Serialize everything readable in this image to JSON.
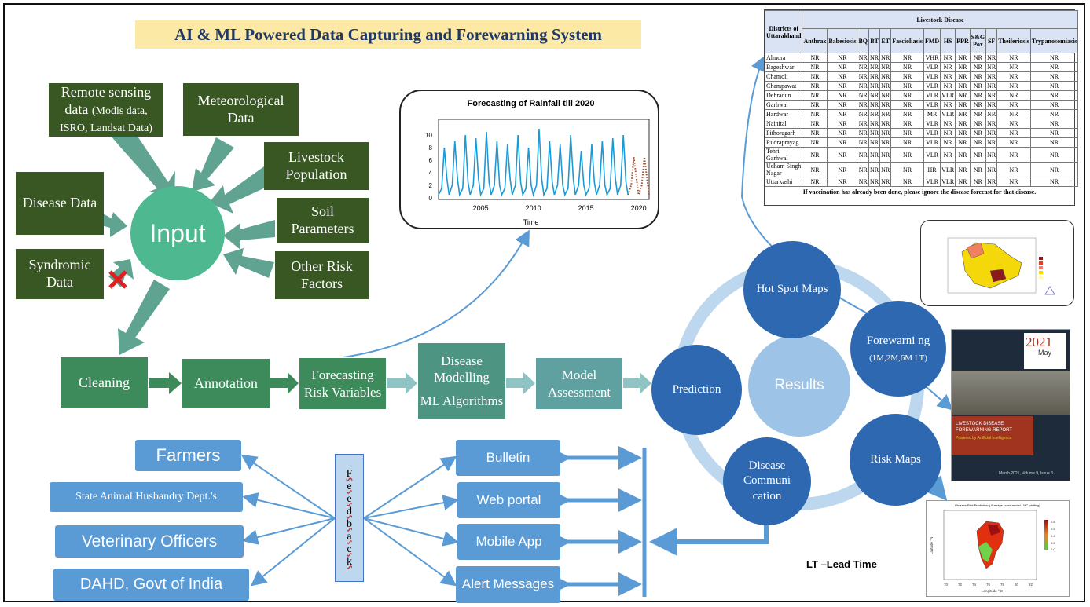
{
  "title": "AI & ML Powered Data Capturing and Forewarning System",
  "sources": {
    "remote_sensing_main": "Remote sensing data",
    "remote_sensing_sub": "(Modis data, ISRO, Landsat Data)",
    "meteorological": "Meteorological Data",
    "livestock_population": "Livestock Population",
    "disease_data": "Disease Data",
    "soil_parameters": "Soil Parameters",
    "syndromic_data": "Syndromic Data",
    "other_risk": "Other Risk Factors"
  },
  "input_label": "Input",
  "pipeline": {
    "cleaning": "Cleaning",
    "annotation": "Annotation",
    "forecasting": "Forecasting Risk Variables",
    "disease_modelling": "Disease Modelling",
    "ml_algorithms": "ML Algorithms",
    "model_assessment": "Model Assessment",
    "prediction": "Prediction"
  },
  "results_cycle": {
    "center": "Results",
    "hot_spot": "Hot Spot Maps",
    "forewarning_main": "Forewarni ng",
    "forewarning_sub": "(1M,2M,6M LT)",
    "risk_maps": "Risk Maps",
    "disease_comm": "Disease Communi cation"
  },
  "outputs": {
    "bulletin": "Bulletin",
    "web_portal": "Web portal",
    "mobile_app": "Mobile App",
    "alert_messages": "Alert Messages"
  },
  "feedback_letters": [
    "F",
    "e",
    "e",
    "d",
    "b",
    "a",
    "c",
    "k"
  ],
  "audiences": {
    "farmers": "Farmers",
    "state_dept": "State Animal Husbandry Dept.'s",
    "vet_officers": "Veterinary Officers",
    "dahd": "DAHD, Govt of India"
  },
  "lead_time_note": "LT –Lead Time",
  "chart_data": {
    "type": "line",
    "title": "Forecasting of Rainfall till 2020",
    "xlabel": "Time",
    "ylabel": "",
    "xlim": [
      2001,
      2021
    ],
    "ylim": [
      0,
      12
    ],
    "xticks": [
      2005,
      2010,
      2015,
      2020
    ],
    "yticks": [
      0,
      2,
      4,
      6,
      8,
      10
    ],
    "series": [
      {
        "values": [
          [
            2001.0,
            0.5
          ],
          [
            2001.3,
            1.5
          ],
          [
            2001.55,
            8
          ],
          [
            2001.8,
            3
          ],
          [
            2002.0,
            0.5
          ],
          [
            2002.3,
            2
          ],
          [
            2002.55,
            9
          ],
          [
            2002.8,
            3
          ],
          [
            2003.0,
            0.5
          ],
          [
            2003.3,
            1.5
          ],
          [
            2003.55,
            10
          ],
          [
            2003.8,
            2.5
          ],
          [
            2004.0,
            0.5
          ],
          [
            2004.3,
            2
          ],
          [
            2004.55,
            9.5
          ],
          [
            2004.8,
            3
          ],
          [
            2005.0,
            0.5
          ],
          [
            2005.3,
            1.5
          ],
          [
            2005.55,
            10.5
          ],
          [
            2005.8,
            2.5
          ],
          [
            2006.0,
            0.5
          ],
          [
            2006.3,
            2
          ],
          [
            2006.55,
            9
          ],
          [
            2006.8,
            2
          ],
          [
            2007.0,
            0.5
          ],
          [
            2007.3,
            1.5
          ],
          [
            2007.55,
            8.5
          ],
          [
            2007.8,
            3
          ],
          [
            2008.0,
            0.5
          ],
          [
            2008.3,
            2
          ],
          [
            2008.55,
            10
          ],
          [
            2008.8,
            2.5
          ],
          [
            2009.0,
            0.5
          ],
          [
            2009.3,
            1.5
          ],
          [
            2009.55,
            8
          ],
          [
            2009.8,
            2
          ],
          [
            2010.0,
            0.5
          ],
          [
            2010.3,
            2
          ],
          [
            2010.55,
            11
          ],
          [
            2010.8,
            3
          ],
          [
            2011.0,
            0.5
          ],
          [
            2011.3,
            1.5
          ],
          [
            2011.55,
            9
          ],
          [
            2011.8,
            2.5
          ],
          [
            2012.0,
            0.5
          ],
          [
            2012.3,
            2
          ],
          [
            2012.55,
            8.5
          ],
          [
            2012.8,
            2
          ],
          [
            2013.0,
            0.5
          ],
          [
            2013.3,
            1.5
          ],
          [
            2013.55,
            10
          ],
          [
            2013.8,
            3
          ],
          [
            2014.0,
            0.5
          ],
          [
            2014.3,
            2
          ],
          [
            2014.55,
            7.5
          ],
          [
            2014.8,
            2
          ],
          [
            2015.0,
            0.5
          ],
          [
            2015.3,
            1.5
          ],
          [
            2015.55,
            8.5
          ],
          [
            2015.8,
            2.5
          ],
          [
            2016.0,
            0.5
          ],
          [
            2016.3,
            2
          ],
          [
            2016.55,
            9
          ],
          [
            2016.8,
            2
          ],
          [
            2017.0,
            0.5
          ],
          [
            2017.3,
            1.5
          ],
          [
            2017.55,
            9.5
          ],
          [
            2017.8,
            3
          ],
          [
            2018.0,
            0.5
          ],
          [
            2018.3,
            2
          ],
          [
            2018.55,
            10
          ],
          [
            2018.8,
            2.5
          ],
          [
            2019.0,
            0.5
          ]
        ],
        "color": "#1a9ad6"
      },
      {
        "values": [
          [
            2019.0,
            0.5
          ],
          [
            2019.3,
            2
          ],
          [
            2019.55,
            6.5
          ],
          [
            2019.8,
            3
          ],
          [
            2020.0,
            0.5
          ],
          [
            2020.3,
            2
          ],
          [
            2020.55,
            6.5
          ],
          [
            2020.8,
            3
          ],
          [
            2021.0,
            0.5
          ]
        ],
        "color": "#a0522d",
        "dotted": true
      }
    ]
  },
  "livestock_table": {
    "corner_header": "Districts of Uttarakhand",
    "group_header": "Livestock Disease",
    "columns": [
      "Anthrax",
      "Babesiosis",
      "BQ",
      "BT",
      "ET",
      "Fascioliasis",
      "FMD",
      "HS",
      "PPR",
      "S&G Pox",
      "SF",
      "Theileriosis",
      "Trypanosomiasis"
    ],
    "rows": [
      {
        "district": "Almora",
        "values": [
          "NR",
          "NR",
          "NR",
          "NR",
          "NR",
          "NR",
          "VHR",
          "NR",
          "NR",
          "NR",
          "NR",
          "NR",
          "NR"
        ]
      },
      {
        "district": "Bageshwar",
        "values": [
          "NR",
          "NR",
          "NR",
          "NR",
          "NR",
          "NR",
          "VLR",
          "NR",
          "NR",
          "NR",
          "NR",
          "NR",
          "NR"
        ]
      },
      {
        "district": "Chamoli",
        "values": [
          "NR",
          "NR",
          "NR",
          "NR",
          "NR",
          "NR",
          "VLR",
          "NR",
          "NR",
          "NR",
          "NR",
          "NR",
          "NR"
        ]
      },
      {
        "district": "Champawat",
        "values": [
          "NR",
          "NR",
          "NR",
          "NR",
          "NR",
          "NR",
          "VLR",
          "NR",
          "NR",
          "NR",
          "NR",
          "NR",
          "NR"
        ]
      },
      {
        "district": "Dehradun",
        "values": [
          "NR",
          "NR",
          "NR",
          "NR",
          "NR",
          "NR",
          "VLR",
          "VLR",
          "NR",
          "NR",
          "NR",
          "NR",
          "NR"
        ]
      },
      {
        "district": "Garhwal",
        "values": [
          "NR",
          "NR",
          "NR",
          "NR",
          "NR",
          "NR",
          "VLR",
          "NR",
          "NR",
          "NR",
          "NR",
          "NR",
          "NR"
        ]
      },
      {
        "district": "Hardwar",
        "values": [
          "NR",
          "NR",
          "NR",
          "NR",
          "NR",
          "NR",
          "MR",
          "VLR",
          "NR",
          "NR",
          "NR",
          "NR",
          "NR"
        ]
      },
      {
        "district": "Nainital",
        "values": [
          "NR",
          "NR",
          "NR",
          "NR",
          "NR",
          "NR",
          "VLR",
          "NR",
          "NR",
          "NR",
          "NR",
          "NR",
          "NR"
        ]
      },
      {
        "district": "Pithoragarh",
        "values": [
          "NR",
          "NR",
          "NR",
          "NR",
          "NR",
          "NR",
          "VLR",
          "NR",
          "NR",
          "NR",
          "NR",
          "NR",
          "NR"
        ]
      },
      {
        "district": "Rudraprayag",
        "values": [
          "NR",
          "NR",
          "NR",
          "NR",
          "NR",
          "NR",
          "VLR",
          "NR",
          "NR",
          "NR",
          "NR",
          "NR",
          "NR"
        ]
      },
      {
        "district": "Tehri Garhwal",
        "values": [
          "NR",
          "NR",
          "NR",
          "NR",
          "NR",
          "NR",
          "VLR",
          "NR",
          "NR",
          "NR",
          "NR",
          "NR",
          "NR"
        ]
      },
      {
        "district": "Udham Singh Nagar",
        "values": [
          "NR",
          "NR",
          "NR",
          "NR",
          "NR",
          "NR",
          "HR",
          "VLR",
          "NR",
          "NR",
          "NR",
          "NR",
          "NR"
        ]
      },
      {
        "district": "Uttarkashi",
        "values": [
          "NR",
          "NR",
          "NR",
          "NR",
          "NR",
          "NR",
          "VLR",
          "VLR",
          "NR",
          "NR",
          "NR",
          "NR",
          "NR"
        ]
      }
    ],
    "footnote": "If vaccination has already been done, please ignore the disease forecast for that disease."
  },
  "report_cover": {
    "year": "2021",
    "month": "May",
    "heading": "LIVESTOCK DISEASE FOREWARNING REPORT",
    "subheading": "Powered by Artificial Intelligence",
    "issue": "March 2021, Volume 9, Issue 3"
  },
  "risk_map": {
    "title": "Disease Risk Prediction ( Average score model - MC plotting)",
    "xlabel": "Longitude ° E",
    "ylabel": "Latitude °N",
    "xticks": [
      "70",
      "72",
      "74",
      "76",
      "78",
      "80",
      "82"
    ],
    "legend": [
      "0.8",
      "0.6",
      "0.4",
      "0.2",
      "0.0"
    ]
  },
  "colors": {
    "source_green": "#385723",
    "input_teal": "#4eb891",
    "step_green": "#3d8a5a",
    "circle_blue": "#2e68b1",
    "results_light": "#9dc3e6",
    "output_blue": "#5b9bd5",
    "title_bg": "#fde9a6",
    "title_text": "#1f3864"
  }
}
